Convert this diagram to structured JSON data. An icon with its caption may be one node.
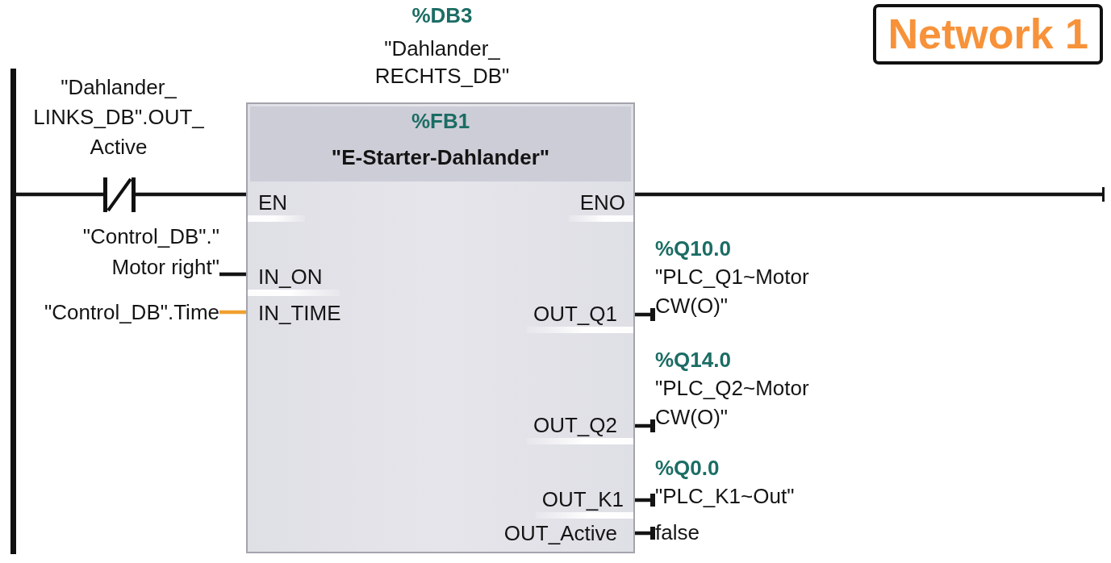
{
  "diagram": {
    "title": "Network 1",
    "nodes": [
      {
        "text": [],
        "shape": "bar"
      },
      {
        "text": [],
        "shape": "picture",
        "beside": [
          "\"Dahlander_ LINKS_DB\".OUT_ Active"
        ]
      },
      {
        "text": [
          "\"Control_DB\".\" Motor right\""
        ]
      },
      {
        "text": [
          "\"Control_DB\".Time"
        ]
      },
      {
        "text": [
          "%FB1",
          "\"E-Starter-Dahlander\""
        ],
        "beside": [
          "%DB3",
          "\"Dahlander_ RECHTS_DB\""
        ]
      },
      {
        "text": [
          "EN"
        ],
        "in": 4
      },
      {
        "text": [
          "ENO"
        ],
        "in": 4
      },
      {
        "text": [
          "IN_ON"
        ],
        "in": 4
      },
      {
        "text": [
          "IN_TIME"
        ],
        "in": 4
      },
      {
        "text": [
          "OUT_Q1"
        ],
        "in": 4
      },
      {
        "text": [
          "OUT_Q2"
        ],
        "in": 4
      },
      {
        "text": [
          "OUT_K1"
        ],
        "in": 4
      },
      {
        "text": [
          "OUT_Active"
        ],
        "in": 4
      },
      {
        "text": [
          "%Q10.0",
          "\"PLC_Q1~Motor CW(O)\""
        ]
      },
      {
        "text": [
          "%Q14.0",
          "\"PLC_Q2~Motor CW(O)\""
        ]
      },
      {
        "text": [
          "%Q0.0",
          "\"PLC_K1~Out\""
        ]
      },
      {
        "text": [
          "false"
        ]
      }
    ],
    "edges": [
      {
        "from": 0,
        "to": 1,
        "arrow": "none"
      },
      {
        "from": 1,
        "to": 5,
        "arrow": "none"
      },
      {
        "from": 2,
        "to": 7,
        "arrow": "none"
      },
      {
        "from": 3,
        "to": 8,
        "arrow": "none",
        "color": "#f0a030"
      },
      {
        "from": 6,
        "to": null,
        "arrow": "other"
      },
      {
        "from": 9,
        "to": 13,
        "arrow": "other"
      },
      {
        "from": 10,
        "to": 14,
        "arrow": "other"
      },
      {
        "from": 11,
        "to": 15,
        "arrow": "other"
      },
      {
        "from": 12,
        "to": 16,
        "arrow": "other"
      }
    ]
  }
}
